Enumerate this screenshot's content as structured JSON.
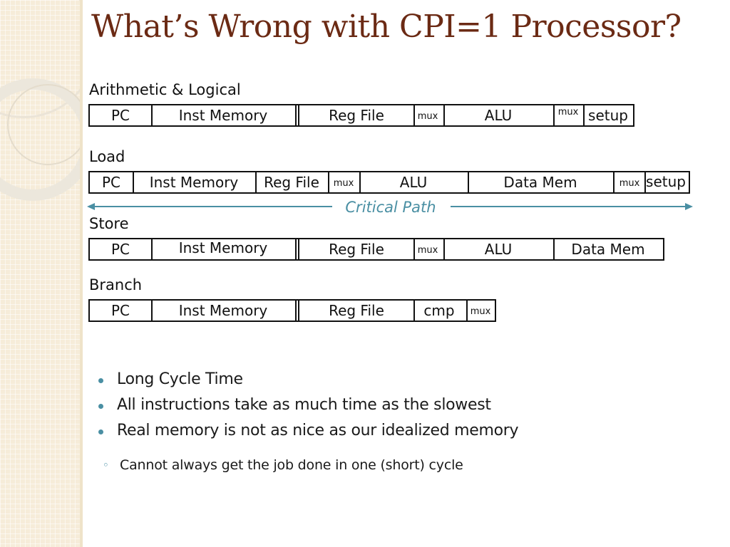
{
  "slide": {
    "title": "What’s Wrong with CPI=1 Processor?",
    "accent_color": "#4a8fa3",
    "title_color": "#6b2a14"
  },
  "rows": [
    {
      "label": "Arithmetic & Logical",
      "segments": [
        "PC",
        "Inst Memory",
        "Reg File",
        "mux",
        "ALU",
        "mux",
        "setup"
      ]
    },
    {
      "label": "Load",
      "segments": [
        "PC",
        "Inst Memory",
        "Reg File",
        "mux",
        "ALU",
        "Data Mem",
        "mux",
        "setup"
      ]
    },
    {
      "label": "Store",
      "segments": [
        "PC",
        "Inst Memory",
        "Reg File",
        "mux",
        "ALU",
        "Data Mem"
      ]
    },
    {
      "label": "Branch",
      "segments": [
        "PC",
        "Inst Memory",
        "Reg File",
        "cmp",
        "mux"
      ]
    }
  ],
  "critical_path": {
    "label": "Critical Path"
  },
  "bullets": [
    "Long Cycle Time",
    "All instructions take as much time as the slowest",
    "Real memory is not as nice as our idealized memory"
  ],
  "sub_bullets": [
    "Cannot always get the job done in one (short) cycle"
  ]
}
